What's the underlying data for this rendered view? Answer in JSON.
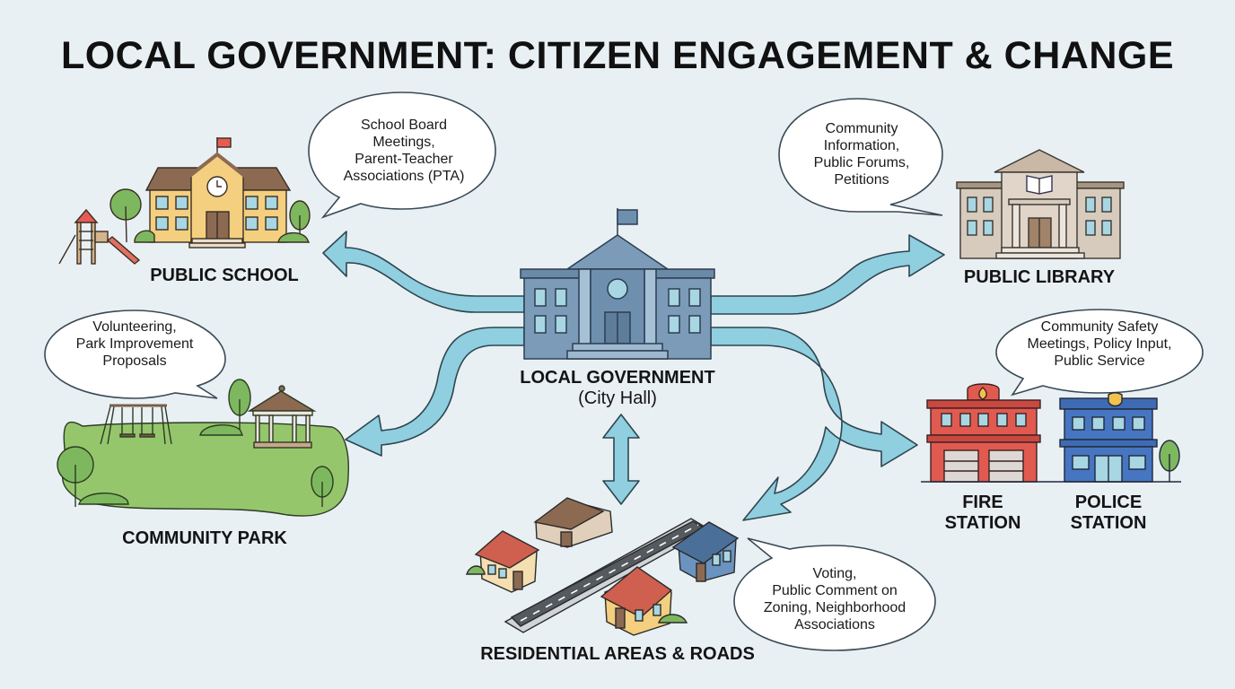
{
  "title": "LOCAL GOVERNMENT: CITIZEN ENGAGEMENT & CHANGE",
  "colors": {
    "background": "#e8f0f4",
    "arrow_fill": "#8fcfdf",
    "arrow_stroke": "#2f4550",
    "city_hall": "#7c9bb8",
    "school": "#f3cf7f",
    "library": "#d7cbbd",
    "fire_station": "#e15a50",
    "police_station": "#4676c2",
    "park_grass": "#95c66c"
  },
  "center": {
    "name": "LOCAL GOVERNMENT",
    "subtitle": "(City Hall)",
    "icon": "city-hall-icon"
  },
  "nodes": {
    "school": {
      "label": "PUBLIC SCHOOL",
      "icon": "school-building-icon",
      "bubble": "School Board\nMeetings,\nParent-Teacher\nAssociations (PTA)"
    },
    "library": {
      "label": "PUBLIC LIBRARY",
      "icon": "library-building-icon",
      "bubble": "Community\nInformation,\nPublic Forums,\nPetitions"
    },
    "park": {
      "label": "COMMUNITY PARK",
      "icon": "park-icon",
      "bubble": "Volunteering,\nPark Improvement\nProposals"
    },
    "safety": {
      "fire_label_1": "FIRE",
      "fire_label_2": "STATION",
      "police_label_1": "POLICE",
      "police_label_2": "STATION",
      "icons": [
        "fire-station-icon",
        "police-station-icon"
      ],
      "bubble": "Community Safety\nMeetings, Policy Input,\nPublic Service"
    },
    "residential": {
      "label": "RESIDENTIAL AREAS & ROADS",
      "icon": "houses-road-icon",
      "bubble": "Voting,\nPublic Comment on\nZoning, Neighborhood\nAssociations"
    }
  }
}
